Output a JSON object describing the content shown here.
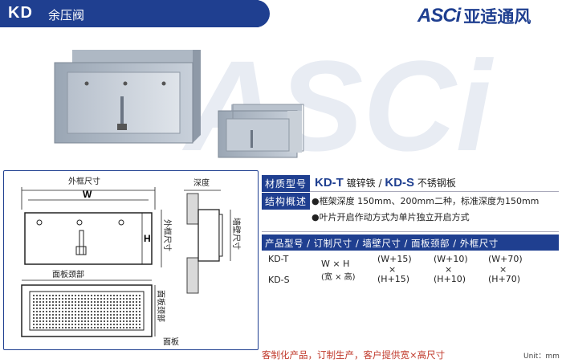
{
  "header": {
    "model": "KD",
    "name": "余压阀"
  },
  "brand": {
    "logo": "ASCi",
    "name": "亚适通风"
  },
  "drawing": {
    "front_label": "外框尺寸",
    "w_label": "W",
    "h_label": "H",
    "h_side_label": "外框尺寸",
    "depth_label": "深度",
    "wall_label": "墙壁尺寸",
    "panel_neck_label": "面板颈部",
    "panel_side_label": "面板颈部",
    "panel_label": "面板"
  },
  "specs": {
    "material_label": "材质型号",
    "material_t_code": "KD-T",
    "material_t_text": "镀锌铁",
    "material_sep": "/",
    "material_s_code": "KD-S",
    "material_s_text": "不锈钢板",
    "structure_label": "结构概述",
    "structure_line1": "●框架深度 150mm、200mm二种，标准深度为150mm",
    "structure_line2": "●叶片开启作动方式为单片独立开启方式",
    "table_header": "产品型号 / 订制尺寸 / 墙壁尺寸 / 面板颈部 / 外框尺寸",
    "models": [
      "KD-T",
      "KD-S"
    ],
    "custom_size": "W × H",
    "custom_note": "(宽 × 高)",
    "wall_top": "(W+15)",
    "wall_x": "×",
    "wall_bottom": "(H+15)",
    "neck_top": "(W+10)",
    "neck_x": "×",
    "neck_bottom": "(H+10)",
    "frame_top": "(W+70)",
    "frame_x": "×",
    "frame_bottom": "(H+70)"
  },
  "footer": {
    "note": "客制化产品，订制生产，客户提供宽×高尺寸",
    "unit": "Unit：mm"
  },
  "colors": {
    "brand": "#1f3f90",
    "accent_red": "#c0392b"
  }
}
